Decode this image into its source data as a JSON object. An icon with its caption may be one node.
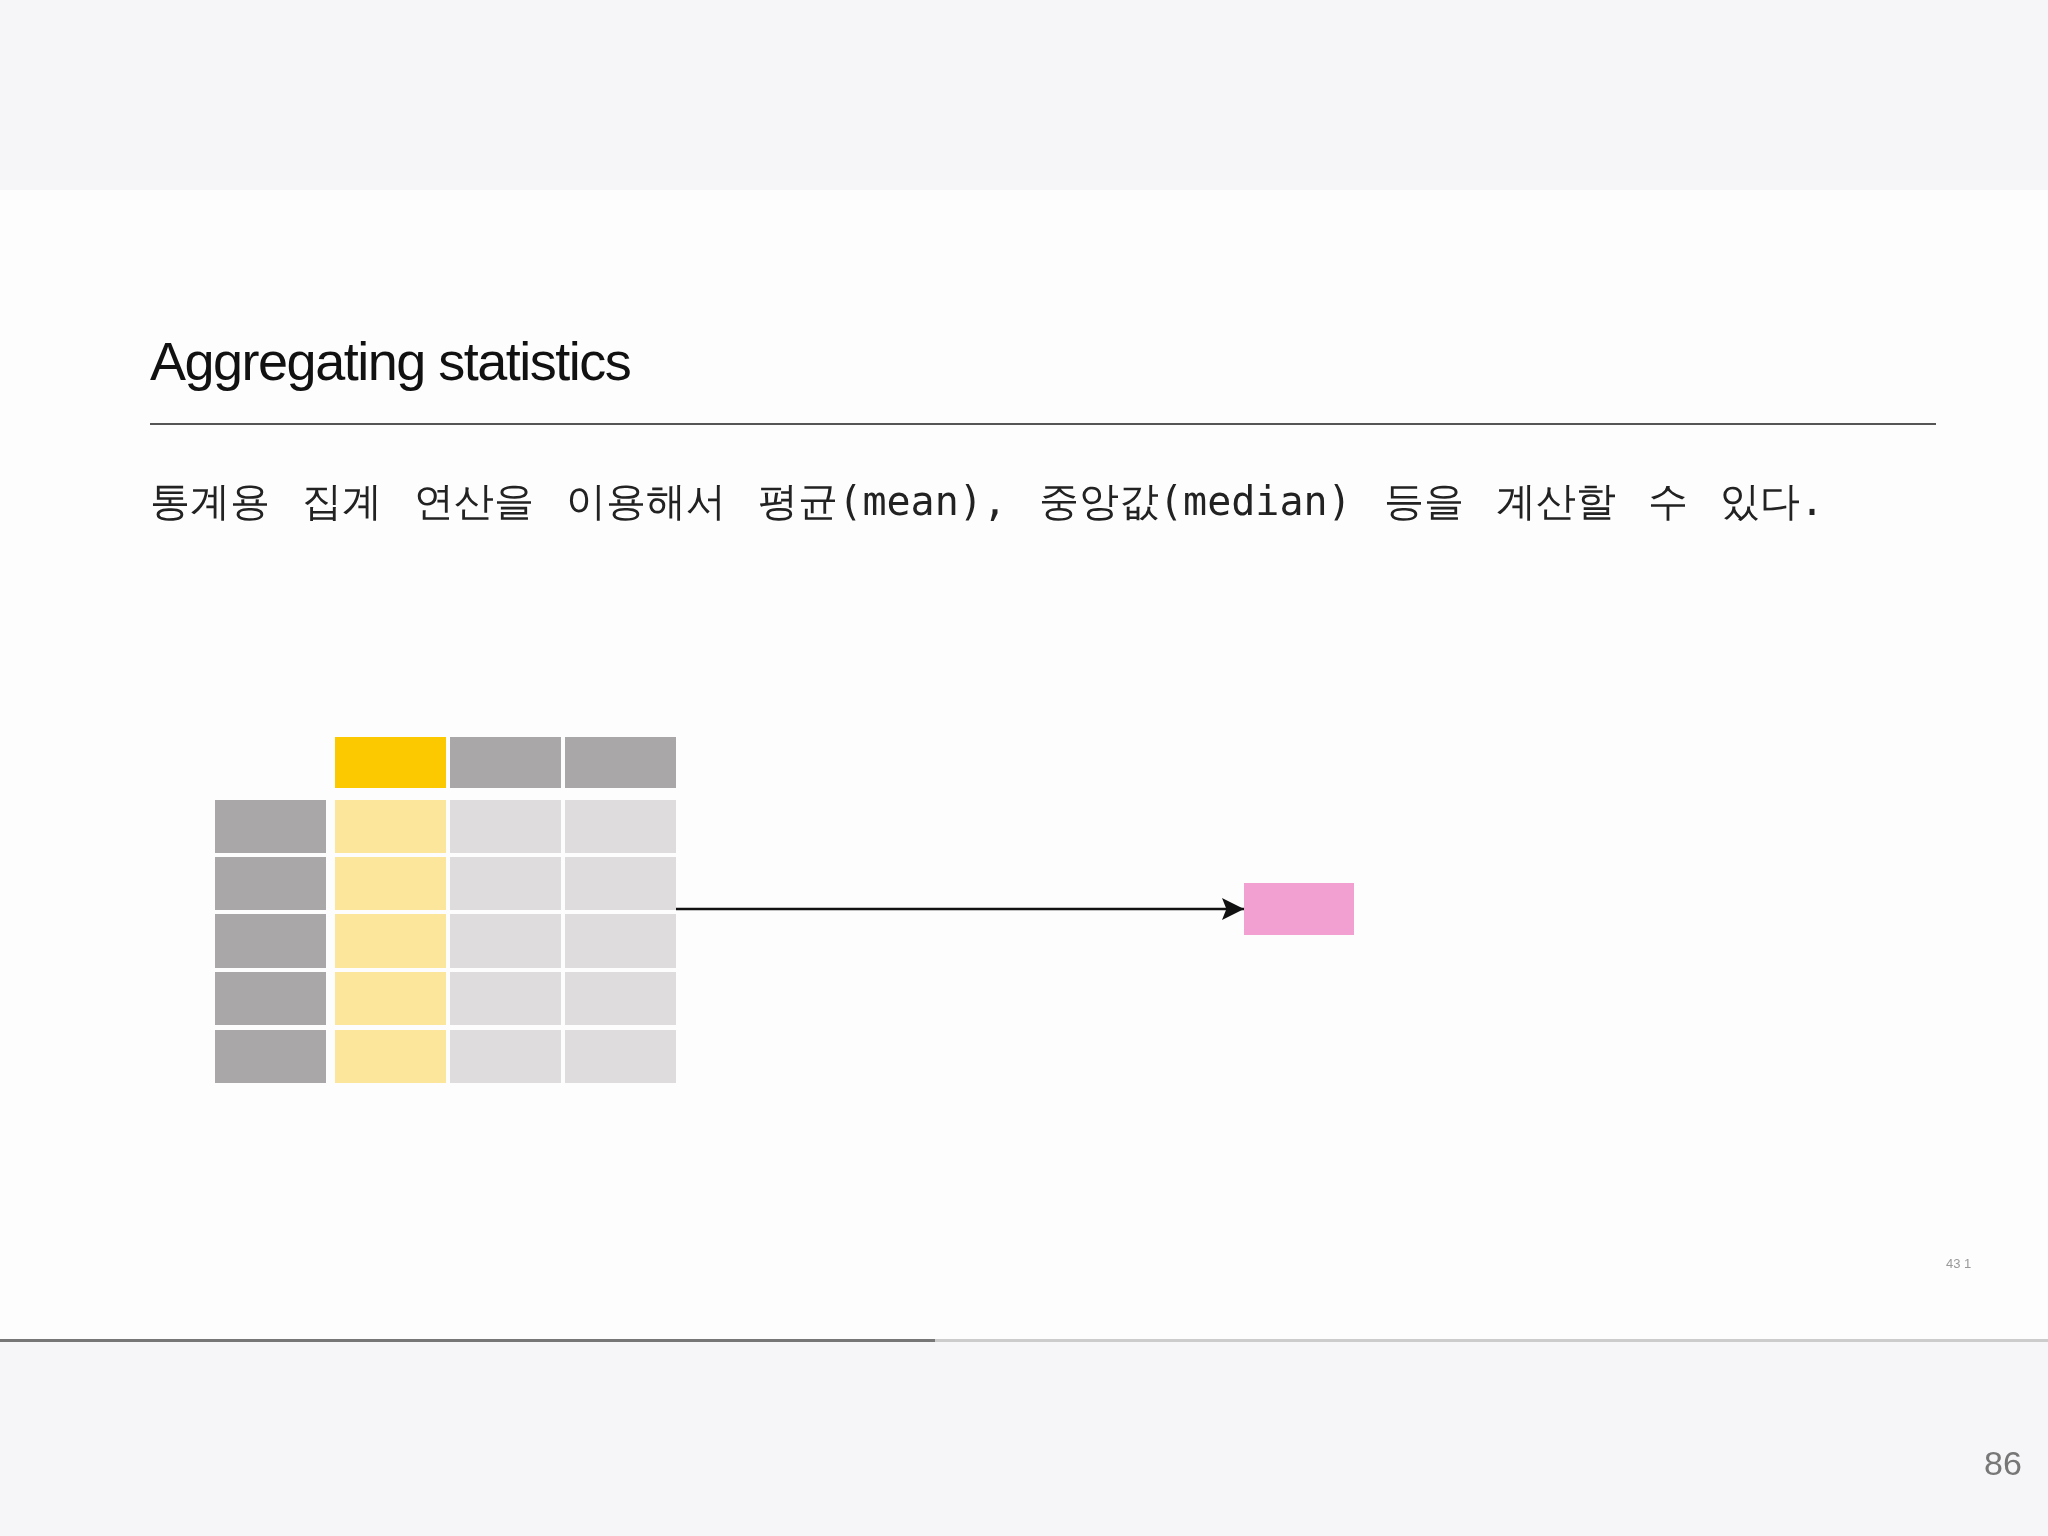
{
  "diagram": {
    "title": "Aggregating statistics",
    "nodes": [
      {
        "text": [],
        "shape": "table"
      },
      {
        "text": [],
        "shape": "box"
      }
    ],
    "edges": [
      {
        "from": 0,
        "to": 1,
        "arrow": "to"
      }
    ],
    "labels": [
      "통계용 집계 연산을 이용해서 평균(mean), 중앙값(median) 등을 계산할 수 있다.",
      "43 1",
      "86"
    ]
  }
}
